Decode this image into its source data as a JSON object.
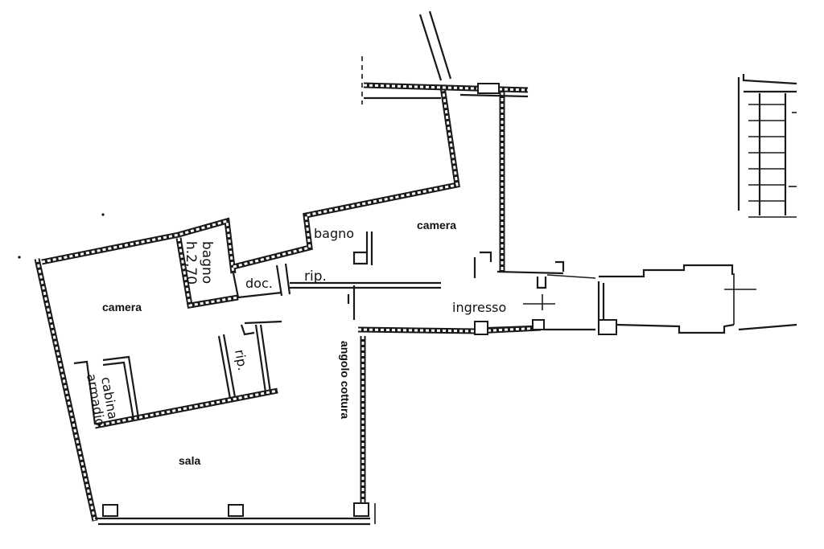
{
  "plan": {
    "rooms": {
      "camera_left": "camera",
      "camera_right": "camera",
      "bagno_top": "bagno",
      "bagno_small_line1": "bagno",
      "bagno_small_line2": "h.2,70",
      "doc": "doc.",
      "rip_top": "rip.",
      "rip_mid": "rip.",
      "ingresso": "ingresso",
      "cabina_line1": "cabina",
      "cabina_line2": "armadio",
      "sala": "sala",
      "angolo_cottura": "angolo cottura"
    }
  }
}
